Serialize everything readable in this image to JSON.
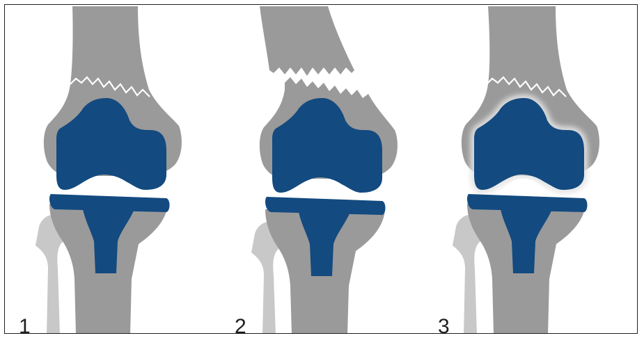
{
  "figure": {
    "colors": {
      "bone": "#9a9a9a",
      "fibula": "#c8c8c8",
      "implant": "#134a80",
      "crack": "#ffffff",
      "halo": "#e3e3e3",
      "frame": "#202020"
    },
    "panels": [
      {
        "number": "1",
        "fracture": "intact-fracture-line"
      },
      {
        "number": "2",
        "fracture": "displaced-fracture"
      },
      {
        "number": "3",
        "fracture": "loosening-halo"
      }
    ]
  }
}
